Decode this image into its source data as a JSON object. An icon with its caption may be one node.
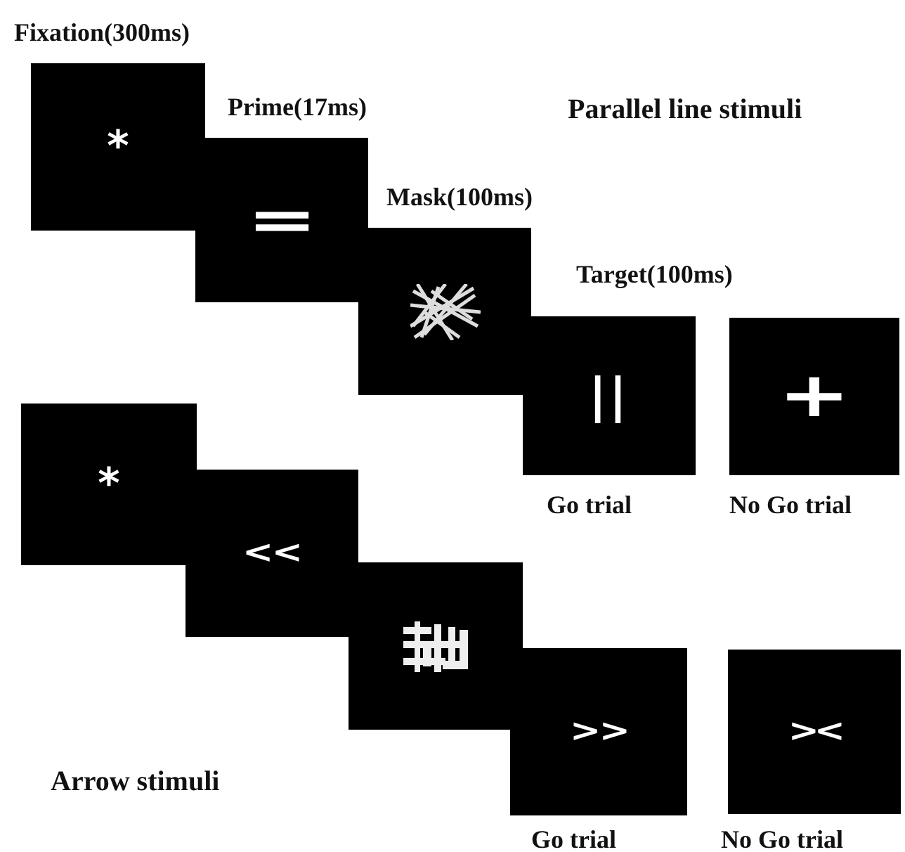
{
  "diagram": {
    "nodes": [
      {
        "text": [
          "*"
        ],
        "beside": [
          "Fixation(300ms)"
        ]
      },
      {
        "text": [
          "="
        ],
        "beside": [
          "Prime(17ms)"
        ]
      },
      {
        "text": [],
        "shape": "box",
        "beside": [
          "Mask(100ms)"
        ]
      },
      {
        "text": [
          "||"
        ],
        "beside": [
          "Target(100ms)",
          "Go trial"
        ]
      },
      {
        "text": [
          "+"
        ],
        "beside": [
          "No Go trial"
        ]
      },
      {
        "text": [
          "*"
        ]
      },
      {
        "text": [
          "<<"
        ]
      },
      {
        "text": [],
        "shape": "box"
      },
      {
        "text": [
          ">>"
        ],
        "beside": [
          "Go trial"
        ]
      },
      {
        "text": [
          "><"
        ],
        "beside": [
          "No Go trial"
        ]
      }
    ],
    "labels": [
      "Parallel line stimuli",
      "Arrow stimuli"
    ]
  }
}
